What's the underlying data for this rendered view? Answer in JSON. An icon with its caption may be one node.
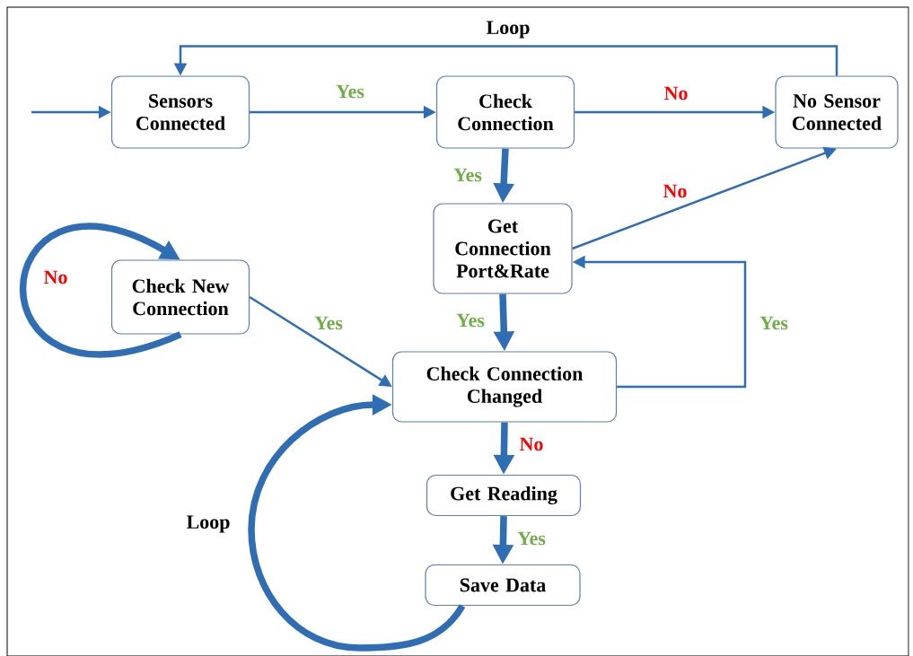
{
  "diagram": {
    "nodes": [
      {
        "text": [
          "Sensors Connected"
        ]
      },
      {
        "text": [
          "Check Connection"
        ]
      },
      {
        "text": [
          "No Sensor Connected"
        ]
      },
      {
        "text": [
          "Get Connection Port&Rate"
        ]
      },
      {
        "text": [
          "Check New Connection"
        ]
      },
      {
        "text": [
          "Check Connection Changed"
        ]
      },
      {
        "text": [
          "Get Reading"
        ]
      },
      {
        "text": [
          "Save Data"
        ]
      }
    ],
    "edges": [
      {
        "from": null,
        "to": 0,
        "arrow": "to"
      },
      {
        "from": 0,
        "to": 1,
        "arrow": "to",
        "label": "Yes"
      },
      {
        "from": 1,
        "to": 2,
        "arrow": "to",
        "label": "No"
      },
      {
        "from": 2,
        "to": 0,
        "arrow": "to",
        "label": "Loop"
      },
      {
        "from": 1,
        "to": 3,
        "arrow": "to",
        "label": "Yes",
        "style": "thick"
      },
      {
        "from": 3,
        "to": 2,
        "arrow": "to",
        "label": "No"
      },
      {
        "from": 3,
        "to": 5,
        "arrow": "to",
        "label": "Yes",
        "style": "thick"
      },
      {
        "from": 5,
        "to": 3,
        "arrow": "to",
        "label": "Yes"
      },
      {
        "from": 4,
        "to": 5,
        "arrow": "to",
        "label": "Yes"
      },
      {
        "from": 4,
        "to": 4,
        "arrow": "to",
        "label": "No",
        "style": "thick"
      },
      {
        "from": 5,
        "to": 6,
        "arrow": "to",
        "label": "No",
        "style": "thick"
      },
      {
        "from": 6,
        "to": 7,
        "arrow": "to",
        "label": "Yes",
        "style": "thick"
      },
      {
        "from": 7,
        "to": 5,
        "arrow": "to",
        "label": "Loop",
        "style": "thick"
      }
    ]
  }
}
